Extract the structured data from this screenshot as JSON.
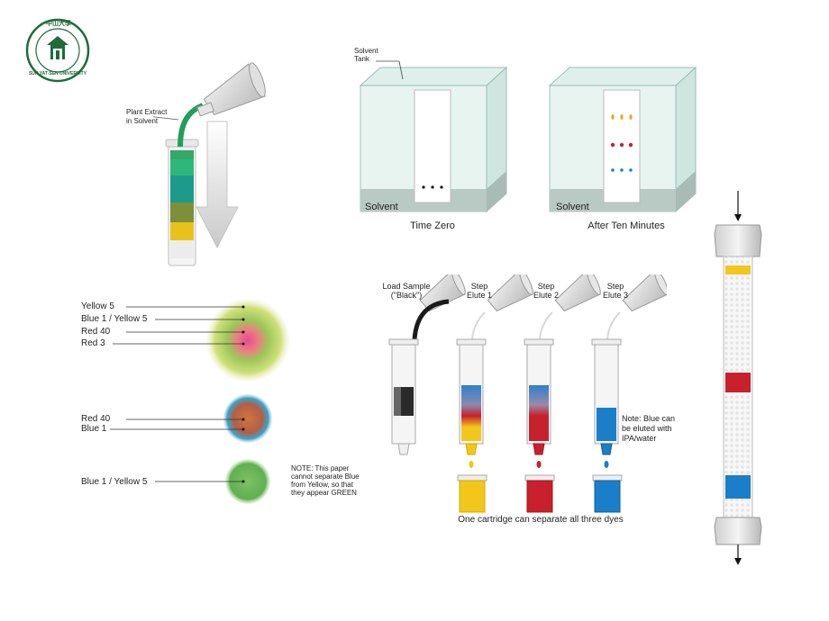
{
  "logo": {
    "name": "SUN YAT-SEN UNIVERSITY",
    "top_text": "中山大學",
    "color": "#1f6b3a"
  },
  "pour_column": {
    "plant_extract_label_line1": "Plant Extract",
    "plant_extract_label_line2": "in Solvent"
  },
  "tlc": {
    "tank_label_line1": "Solvent",
    "tank_label_line2": "Tank",
    "solvent_label_left": "Solvent",
    "solvent_label_right": "Solvent",
    "caption_left": "Time Zero",
    "caption_right": "After Ten Minutes"
  },
  "paper": {
    "spot1_labels": [
      "Yellow 5",
      "Blue 1 / Yellow 5",
      "Red 40",
      "Red 3"
    ],
    "spot2_labels": [
      "Red 40",
      "Blue 1"
    ],
    "spot3_labels": [
      "Blue 1 / Yellow 5"
    ],
    "note_lines": [
      "NOTE:  This paper",
      "cannot separate Blue",
      "from Yellow, so that",
      "they appear GREEN"
    ]
  },
  "cartridge": {
    "load_label_line1": "Load Sample",
    "load_label_line2": "(\"Black\")",
    "step1_line1": "Step",
    "step1_line2": "Elute 1",
    "step2_line1": "Step",
    "step2_line2": "Elute 2",
    "step3_line1": "Step",
    "step3_line2": "Elute 3",
    "note_lines": [
      "Note:  Blue can",
      "be eluted with",
      "IPA/water"
    ],
    "caption": "One cartridge can separate all three dyes"
  },
  "colors": {
    "yellow": "#f2c61b",
    "red": "#c8202c",
    "blue": "#1a7fc8",
    "green": "#2f9e55",
    "black": "#2a2a2a",
    "glass": "#cfe6df"
  }
}
